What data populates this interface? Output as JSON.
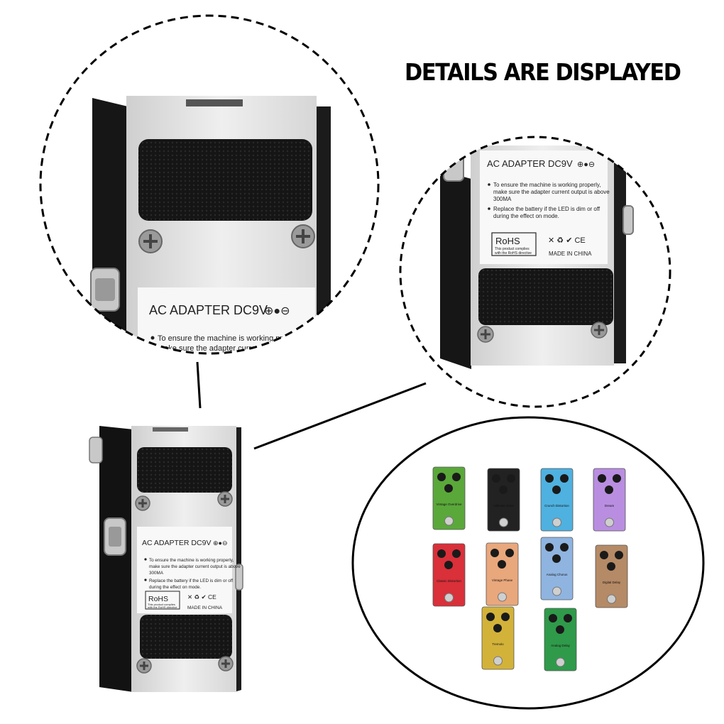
{
  "headline": "DETAILS ARE DISPLAYED",
  "label": {
    "adapter": "AC ADAPTER DC9V",
    "polarity_symbol": "⊕●⊖",
    "bullet1_line1": "To ensure the machine is working properly,",
    "bullet1_line2": "make sure the adapter current output is above",
    "bullet1_line3": "300MA",
    "bullet2_line1": "Replace the battery if the LED is dim or off",
    "bullet2_line2": "during the effect on mode.",
    "rohs": "RoHS",
    "rohs_sub1": "This product complies",
    "rohs_sub2": "with the RoHS directive",
    "made_in": "MADE IN CHINA",
    "cert_marks": "✕ ♻ ✔ CE"
  },
  "zoom_left_label": {
    "adapter": "AC ADAPTER DC9V",
    "polarity_symbol": "⊕●⊖",
    "line1": "To ensure the machine is working properly",
    "line2": "make sure the adapter current outp"
  },
  "pedals": [
    {
      "color": "#5aa83a",
      "label": "Vintage Overdrive"
    },
    {
      "color": "#222222",
      "label": "Ultimate Drive"
    },
    {
      "color": "#4fb1e0",
      "label": "Crunch Distortion"
    },
    {
      "color": "#b98ee0",
      "label": "Dream"
    },
    {
      "color": "#d9303a",
      "label": "Classic Distortion"
    },
    {
      "color": "#e9a77c",
      "label": "Vintage Phase"
    },
    {
      "color": "#8fb4e0",
      "label": "Analog Chorus"
    },
    {
      "color": "#b58a66",
      "label": "Digital Delay"
    },
    {
      "color": "#d3b23a",
      "label": "Tremolo"
    },
    {
      "color": "#2f9a4a",
      "label": "Analog Delay"
    }
  ]
}
